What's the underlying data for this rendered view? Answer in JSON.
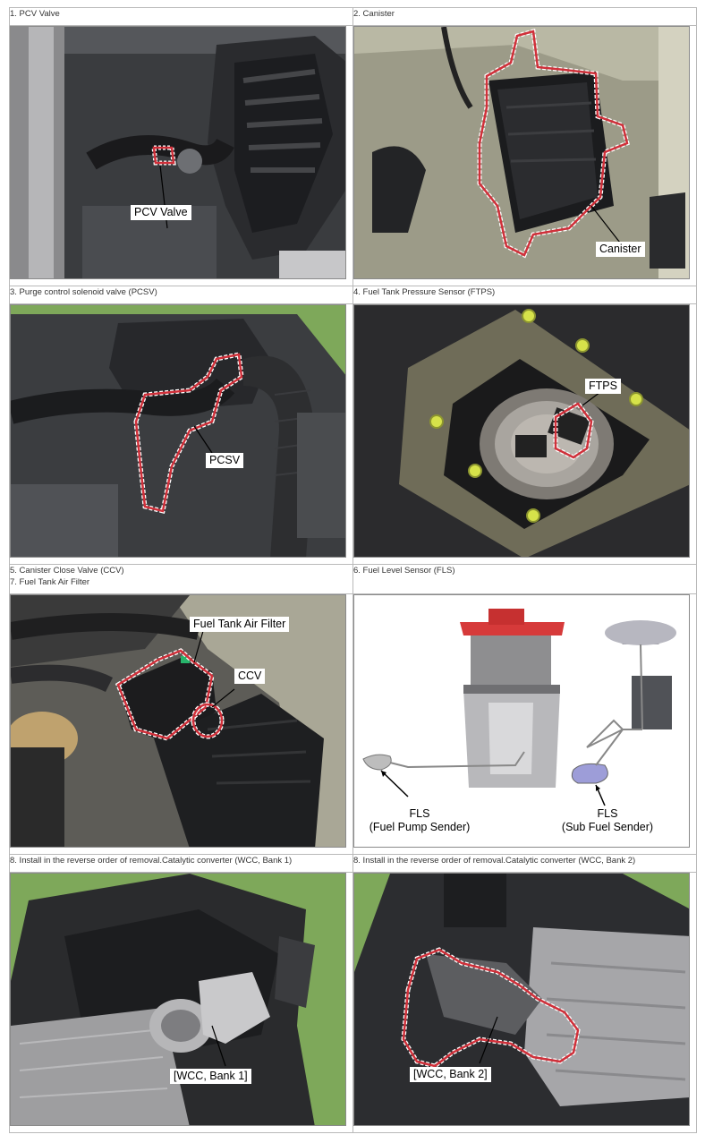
{
  "rows": [
    {
      "left_caption": [
        "1. PCV Valve"
      ],
      "right_caption": [
        "2. Canister"
      ],
      "left_label": "PCV Valve",
      "right_label": "Canister"
    },
    {
      "left_caption": [
        "3. Purge control solenoid valve (PCSV)"
      ],
      "right_caption": [
        "4. Fuel Tank Pressure Sensor (FTPS)"
      ],
      "left_label": "PCSV",
      "right_label": "FTPS"
    },
    {
      "left_caption": [
        "5. Canister Close Valve (CCV)",
        "7. Fuel Tank Air Filter"
      ],
      "right_caption": [
        "6. Fuel Level Sensor (FLS)"
      ],
      "left_labels": [
        "Fuel Tank Air Filter",
        "CCV"
      ],
      "right_labels": [
        {
          "line1": "FLS",
          "line2": "(Fuel Pump Sender)"
        },
        {
          "line1": "FLS",
          "line2": "(Sub Fuel Sender)"
        }
      ]
    },
    {
      "left_caption": [
        "8. Install in the reverse order of removal.Catalytic converter (WCC, Bank 1)"
      ],
      "right_caption": [
        "8. Install in the reverse order of removal.Catalytic converter (WCC, Bank 2)"
      ],
      "left_label": "[WCC, Bank 1]",
      "right_label": "[WCC, Bank 2]"
    }
  ],
  "colors": {
    "highlight": "#d0303a",
    "grid_line": "#b9b9b9",
    "green_bg": "#7ea85a"
  }
}
